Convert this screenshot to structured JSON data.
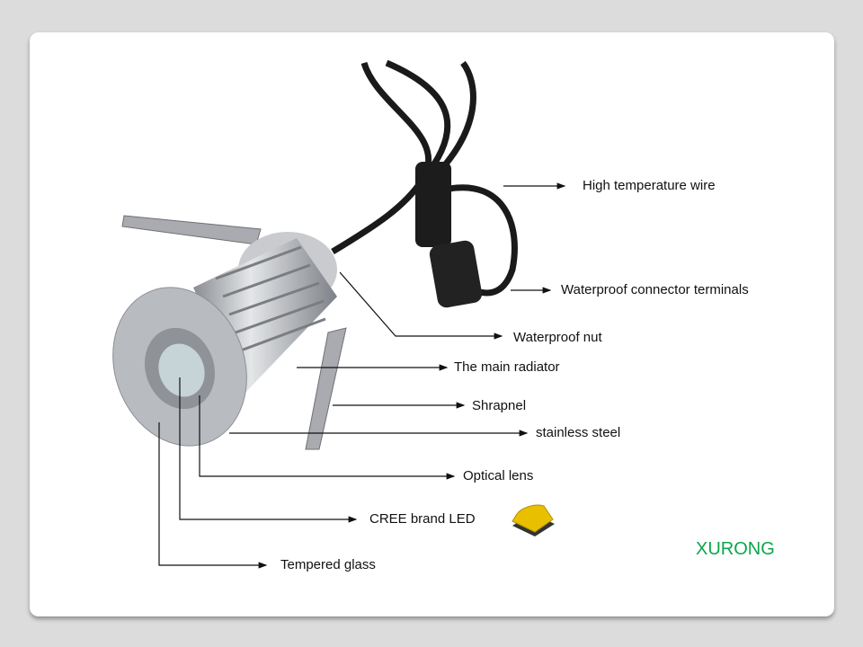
{
  "labels": {
    "high_temperature_wire": "High temperature wire",
    "waterproof_connector_terminals": "Waterproof connector terminals",
    "waterproof_nut": "Waterproof nut",
    "main_radiator": "The main radiator",
    "shrapnel": "Shrapnel",
    "stainless_steel": "stainless steel",
    "optical_lens": "Optical lens",
    "cree_led": "CREE brand LED",
    "tempered_glass": "Tempered glass"
  },
  "brand": "XURONG",
  "colors": {
    "brand": "#0aa64a",
    "background": "#dcdcdc",
    "led": "#e8c000"
  }
}
